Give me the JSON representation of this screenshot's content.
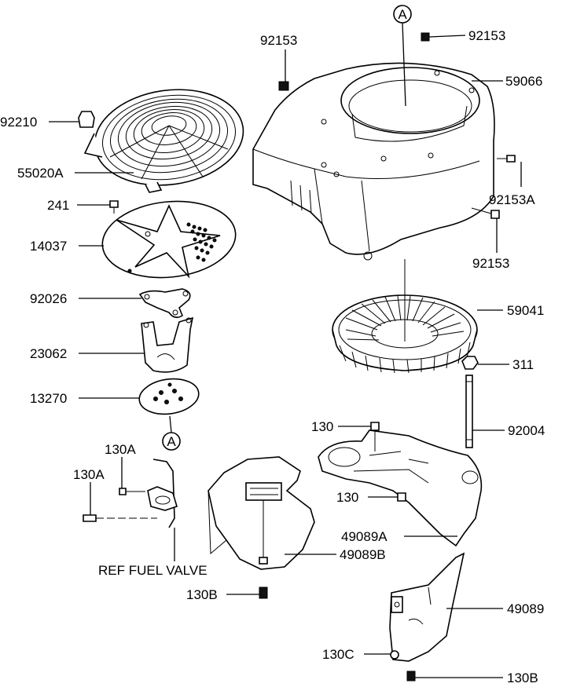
{
  "callouts": {
    "top_ref": "A",
    "bottom_ref": "A",
    "c_92153_top": "92153",
    "c_92153_right_top": "92153",
    "c_59066": "59066",
    "c_92210": "92210",
    "c_55020A": "55020A",
    "c_241": "241",
    "c_92153A": "92153A",
    "c_14037": "14037",
    "c_92153_right": "92153",
    "c_92026": "92026",
    "c_59041": "59041",
    "c_23062": "23062",
    "c_311": "311",
    "c_13270": "13270",
    "c_130_top": "130",
    "c_92004": "92004",
    "c_130A_upper": "130A",
    "c_130A_lower": "130A",
    "c_130_mid": "130",
    "c_49089A": "49089A",
    "c_ref_fuel_valve": "REF FUEL VALVE",
    "c_49089B": "49089B",
    "c_130B_left": "130B",
    "c_49089": "49089",
    "c_130C": "130C",
    "c_130B_right": "130B"
  }
}
